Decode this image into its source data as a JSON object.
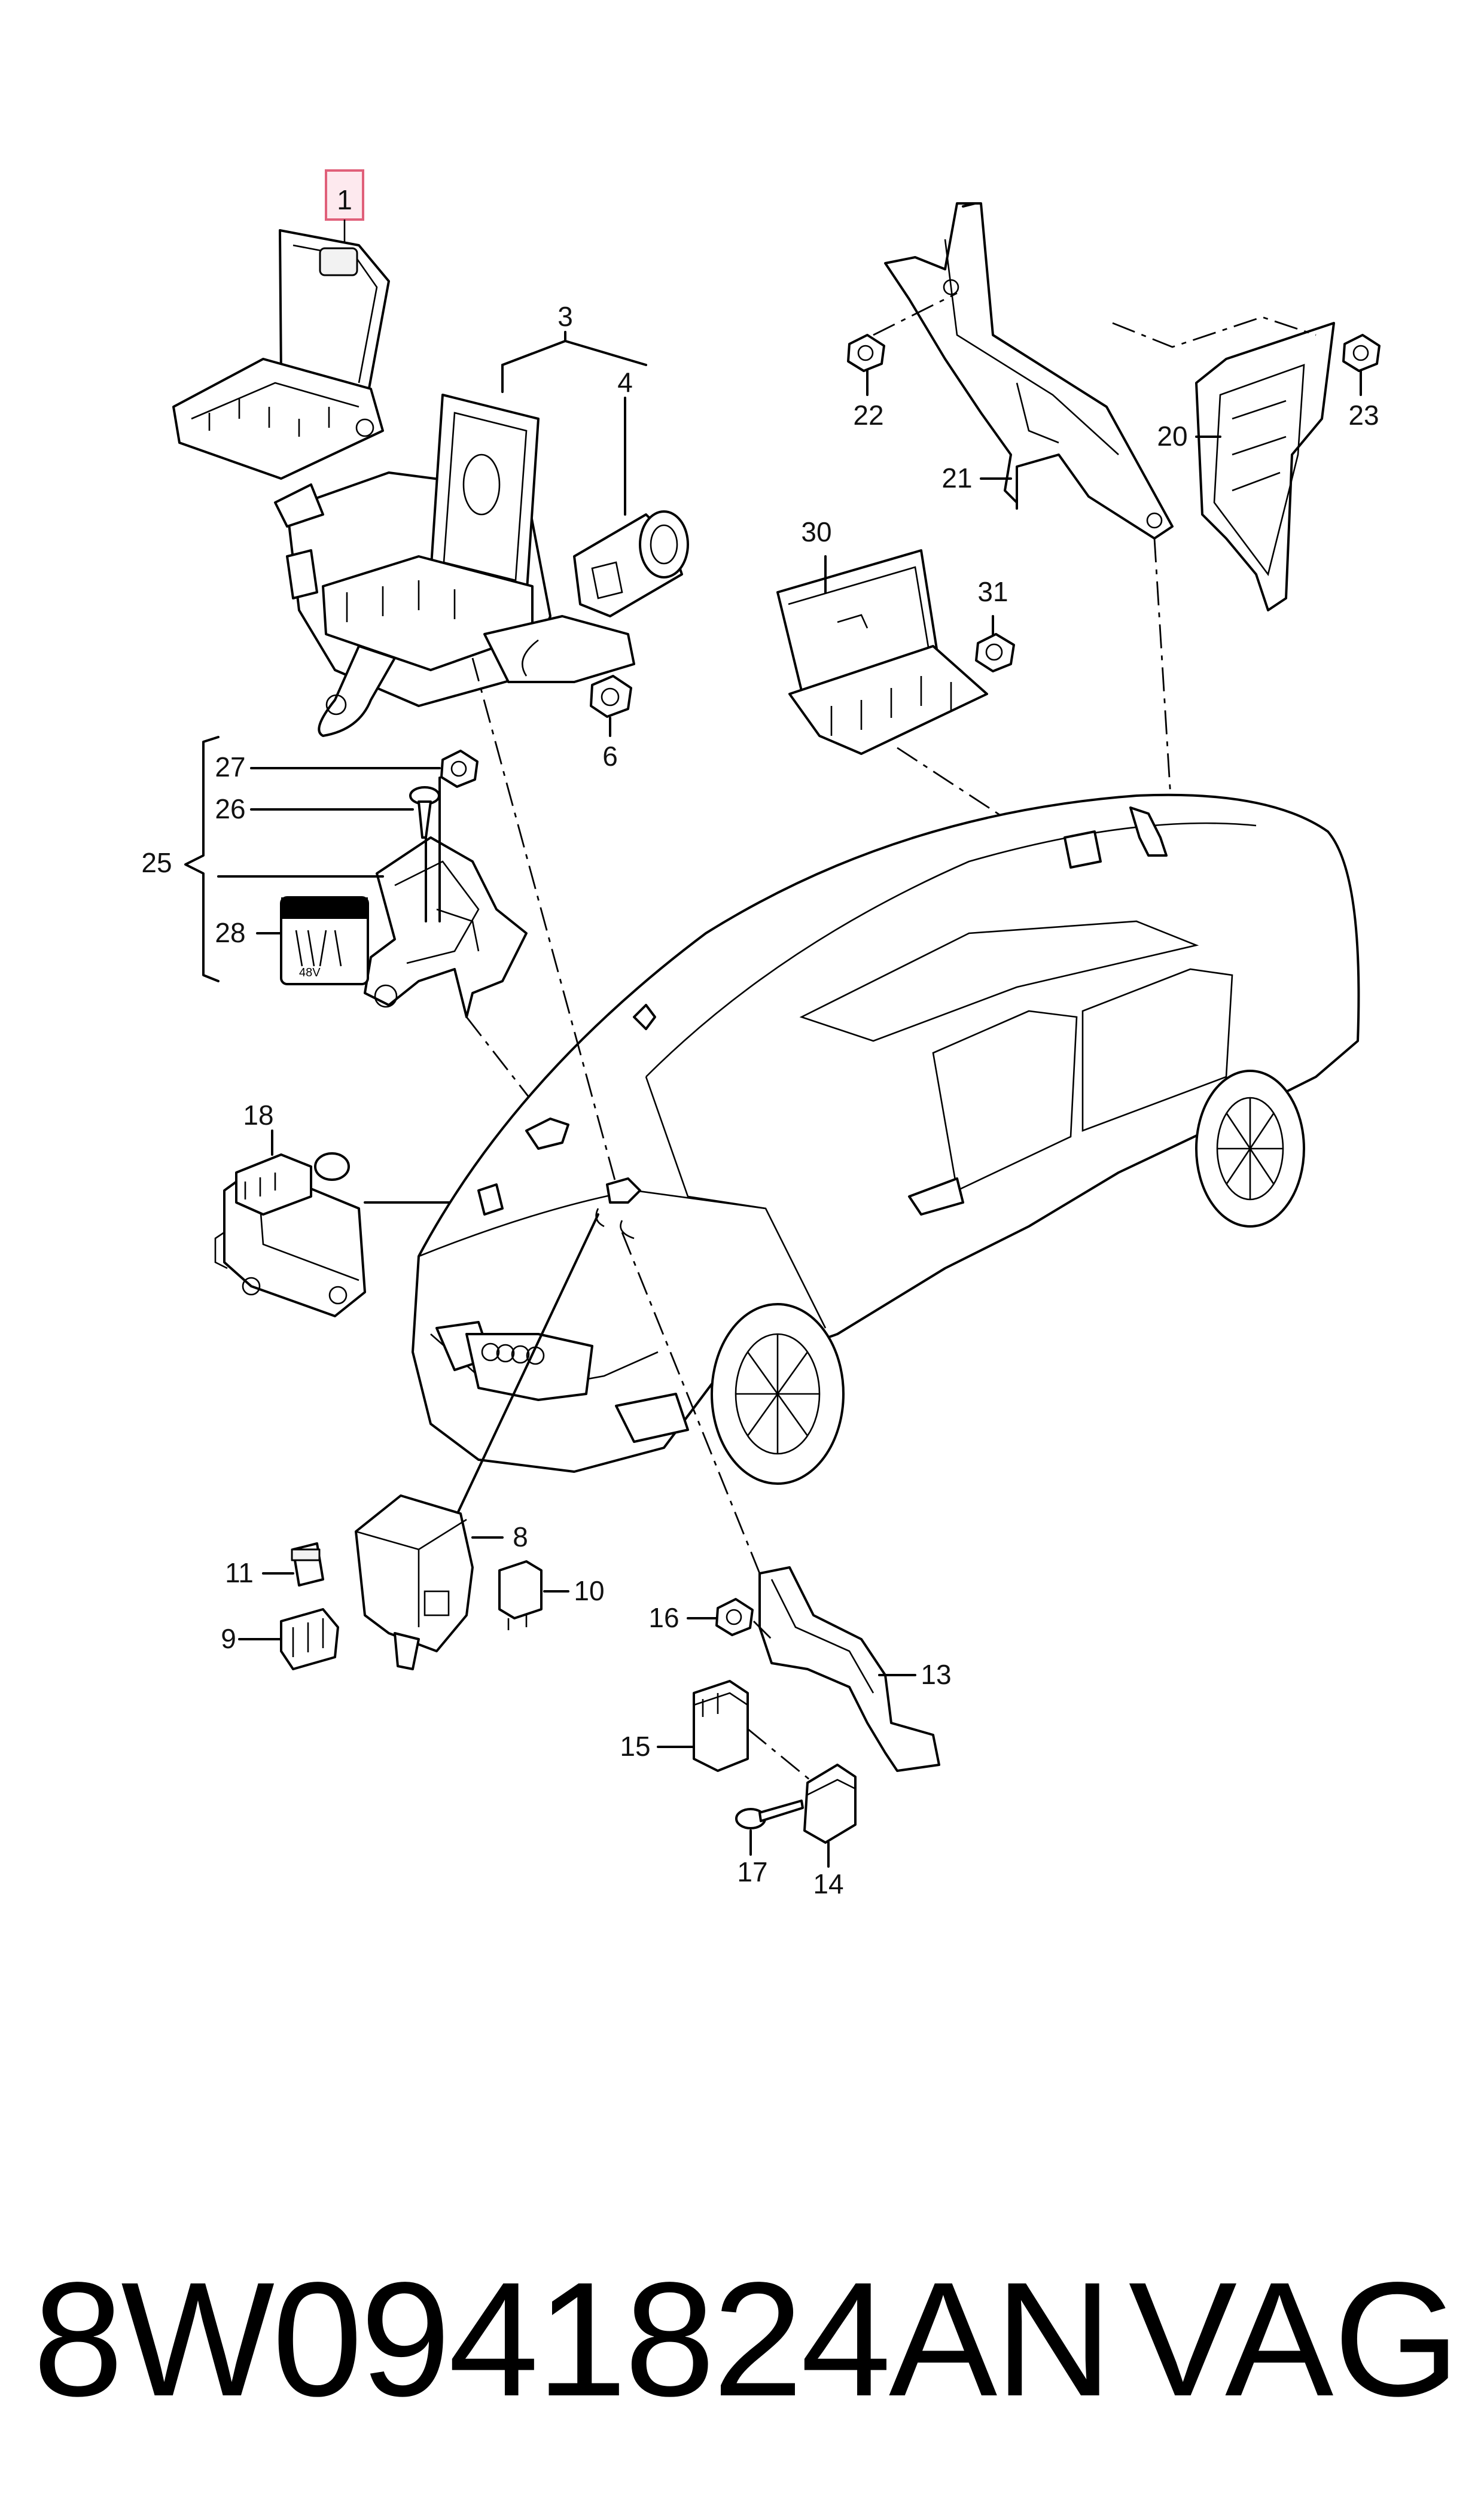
{
  "callouts": {
    "c1": "1",
    "c3": "3",
    "c4": "4",
    "c6": "6",
    "c8": "8",
    "c9": "9",
    "c10": "10",
    "c11": "11",
    "c13": "13",
    "c14": "14",
    "c15": "15",
    "c16": "16",
    "c17": "17",
    "c18": "18",
    "c20": "20",
    "c21": "21",
    "c22": "22",
    "c23": "23",
    "c25": "25",
    "c26": "26",
    "c27": "27",
    "c28": "28",
    "c30": "30",
    "c31": "31"
  },
  "highlighted_callout": "1",
  "highlight_color": "#e0607a",
  "label_28_text": "48V",
  "footer": {
    "part_number": "8W0941824AN",
    "brand": "VAG"
  }
}
